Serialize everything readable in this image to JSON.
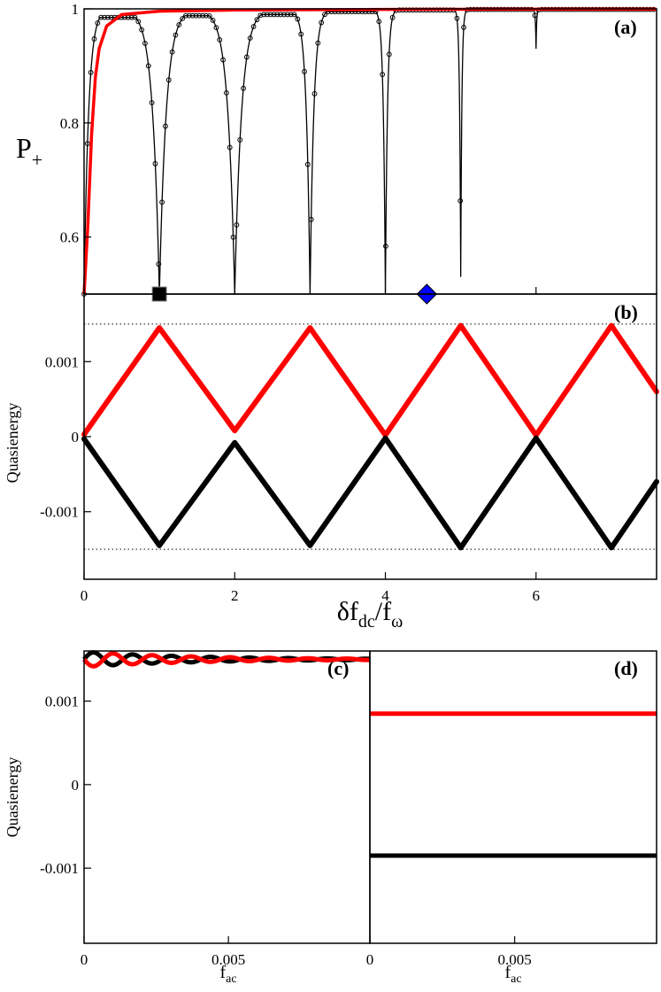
{
  "figure": {
    "panels": [
      "(a)",
      "(b)",
      "(c)",
      "(d)"
    ]
  },
  "chart_data": [
    {
      "id": "a",
      "type": "line",
      "panel_label": "(a)",
      "ylabel": {
        "main": "P",
        "sub": "+"
      },
      "xlim": [
        0,
        7.6
      ],
      "ylim": [
        0.5,
        1.0
      ],
      "yticks": [
        0.6,
        0.8,
        1
      ],
      "ytick_labels": [
        "0.6",
        "0.8",
        "1"
      ],
      "xticks": [
        0,
        2,
        4,
        6
      ],
      "grid": false,
      "series": [
        {
          "color": "#ff0000",
          "style": "thick-line",
          "description_points": [
            [
              0,
              0.5
            ],
            [
              0.05,
              0.62
            ],
            [
              0.1,
              0.78
            ],
            [
              0.15,
              0.88
            ],
            [
              0.2,
              0.93
            ],
            [
              0.3,
              0.97
            ],
            [
              0.5,
              0.99
            ],
            [
              1.0,
              0.996
            ],
            [
              2.0,
              0.998
            ],
            [
              4.0,
              0.999
            ],
            [
              6.0,
              0.9995
            ],
            [
              7.6,
              0.9995
            ]
          ]
        },
        {
          "color": "#000000",
          "style": "line-with-open-circles",
          "dips": [
            {
              "x": 1,
              "min": 0.5
            },
            {
              "x": 2,
              "min": 0.5
            },
            {
              "x": 3,
              "min": 0.5
            },
            {
              "x": 4,
              "min": 0.5
            },
            {
              "x": 5,
              "min": 0.53
            },
            {
              "x": 6,
              "min": 0.93
            }
          ],
          "plateaus": [
            0.985,
            0.988,
            0.99,
            0.995,
            0.998,
            0.999,
            0.999
          ]
        }
      ],
      "markers": [
        {
          "x": 1.0,
          "y": 0.5,
          "shape": "square",
          "color": "#000000"
        },
        {
          "x": 4.55,
          "y": 0.5,
          "shape": "diamond",
          "color": "#0000ff"
        }
      ]
    },
    {
      "id": "b",
      "type": "line",
      "panel_label": "(b)",
      "ylabel": "Quasienergy",
      "xlabel": {
        "main": "δf",
        "sub1": "dc",
        "mid": "/f",
        "sub2": "ω"
      },
      "xlim": [
        0,
        7.6
      ],
      "ylim": [
        -0.0019,
        0.0019
      ],
      "yticks": [
        -0.001,
        0,
        0.001
      ],
      "ytick_labels": [
        "-0.001",
        "0",
        "0.001"
      ],
      "xticks": [
        0,
        2,
        4,
        6
      ],
      "xtick_labels": [
        "0",
        "2",
        "4",
        "6"
      ],
      "reference_lines": [
        0.0015,
        -0.0015
      ],
      "series": [
        {
          "color": "#ff0000",
          "x": [
            0,
            1,
            2,
            3,
            4,
            5,
            6,
            7,
            7.6
          ],
          "y": [
            3e-05,
            0.00145,
            8e-05,
            0.00145,
            2e-05,
            0.00148,
            2e-05,
            0.00148,
            0.0006
          ]
        },
        {
          "color": "#000000",
          "x": [
            0,
            1,
            2,
            3,
            4,
            5,
            6,
            7,
            7.6
          ],
          "y": [
            -3e-05,
            -0.00145,
            -8e-05,
            -0.00145,
            -2e-05,
            -0.00148,
            -2e-05,
            -0.00148,
            -0.0006
          ]
        }
      ]
    },
    {
      "id": "c",
      "type": "line",
      "panel_label": "(c)",
      "ylabel": "Quasienergy",
      "xlabel": {
        "main": "f",
        "sub": "ac"
      },
      "xlim": [
        0,
        0.0099
      ],
      "ylim": [
        -0.0019,
        0.0016
      ],
      "yticks": [
        -0.001,
        0,
        0.001
      ],
      "ytick_labels": [
        "-0.001",
        "0",
        "0.001"
      ],
      "xticks": [
        0,
        0.005
      ],
      "xtick_labels": [
        "0",
        "0.005"
      ],
      "series": [
        {
          "color": "#000000",
          "base": 0.0015,
          "amp": 9e-05,
          "period": 0.00135,
          "decay": 0.004,
          "phase": 1
        },
        {
          "color": "#ff0000",
          "base": 0.0015,
          "amp": 9e-05,
          "period": 0.00135,
          "decay": 0.004,
          "phase": -1
        }
      ]
    },
    {
      "id": "d",
      "type": "line",
      "panel_label": "(d)",
      "xlabel": {
        "main": "f",
        "sub": "ac"
      },
      "xlim": [
        0,
        0.0099
      ],
      "ylim": [
        -0.0019,
        0.0016
      ],
      "xticks": [
        0,
        0.005
      ],
      "xtick_labels": [
        "0",
        "0.005"
      ],
      "series": [
        {
          "color": "#ff0000",
          "constant": 0.00085
        },
        {
          "color": "#000000",
          "constant": -0.00085
        }
      ]
    }
  ]
}
